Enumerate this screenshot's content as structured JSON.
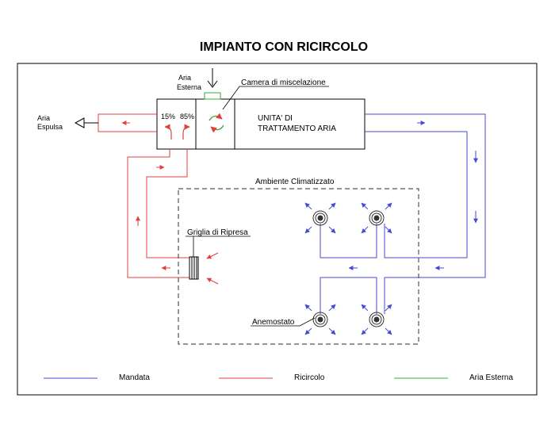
{
  "title": "IMPIANTO CON RICIRCOLO",
  "labels": {
    "aria_esterna_1": "Aria",
    "aria_esterna_2": "Esterna",
    "aria_espulsa_1": "Aria",
    "aria_espulsa_2": "Espulsa",
    "camera_miscelazione": "Camera di miscelazione",
    "pct_expelled": "15%",
    "pct_recirculated": "85%",
    "unit_line1": "UNITA' DI",
    "unit_line2": "TRATTAMENTO ARIA",
    "ambiente": "Ambiente Climatizzato",
    "griglia": "Griglia di Ripresa",
    "anemostato": "Anemostato"
  },
  "legend": [
    {
      "label": "Mandata",
      "color": "#4a4ad0"
    },
    {
      "label": "Ricircolo",
      "color": "#e04040"
    },
    {
      "label": "Aria Esterna",
      "color": "#3aa83a"
    }
  ],
  "colors": {
    "supply": "#4a4ad0",
    "return": "#e04040",
    "outside": "#3aa83a",
    "frame": "#000000"
  }
}
